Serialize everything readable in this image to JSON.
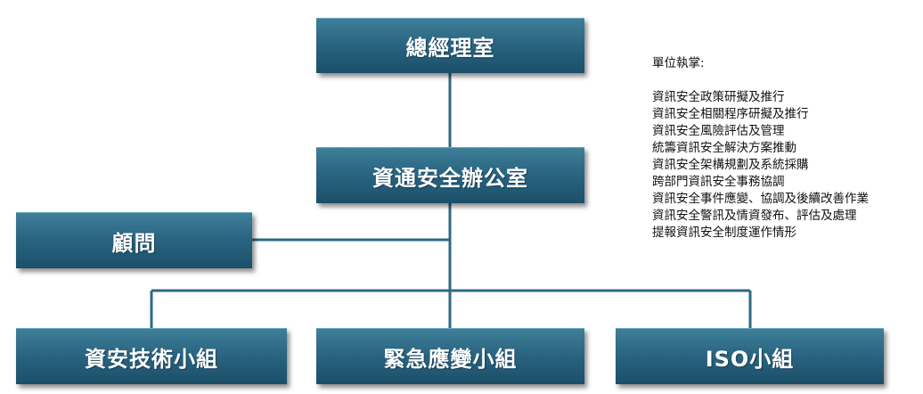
{
  "boxes": {
    "general_manager": "總經理室",
    "ciso_office": "資通安全辦公室",
    "advisor": "顧問",
    "tech_group": "資安技術小組",
    "emergency_group": "緊急應變小組",
    "iso_group": "ISO小組"
  },
  "duties": {
    "title": "單位執掌:",
    "items": [
      "資訊安全政策研擬及推行",
      "資訊安全相關程序研擬及推行",
      "資訊安全風險評估及管理",
      "統籌資訊安全解決方案推動",
      "資訊安全架構規劃及系統採購",
      "跨部門資訊安全事務協調",
      "資訊安全事件應變、協調及後續改善作業",
      "資訊安全警訊及情資發布、評估及處理",
      "提報資訊安全制度運作情形"
    ]
  },
  "colors": {
    "box_fill": "#2a6582",
    "box_text": "#ffffff",
    "connector": "#2d6a85"
  }
}
